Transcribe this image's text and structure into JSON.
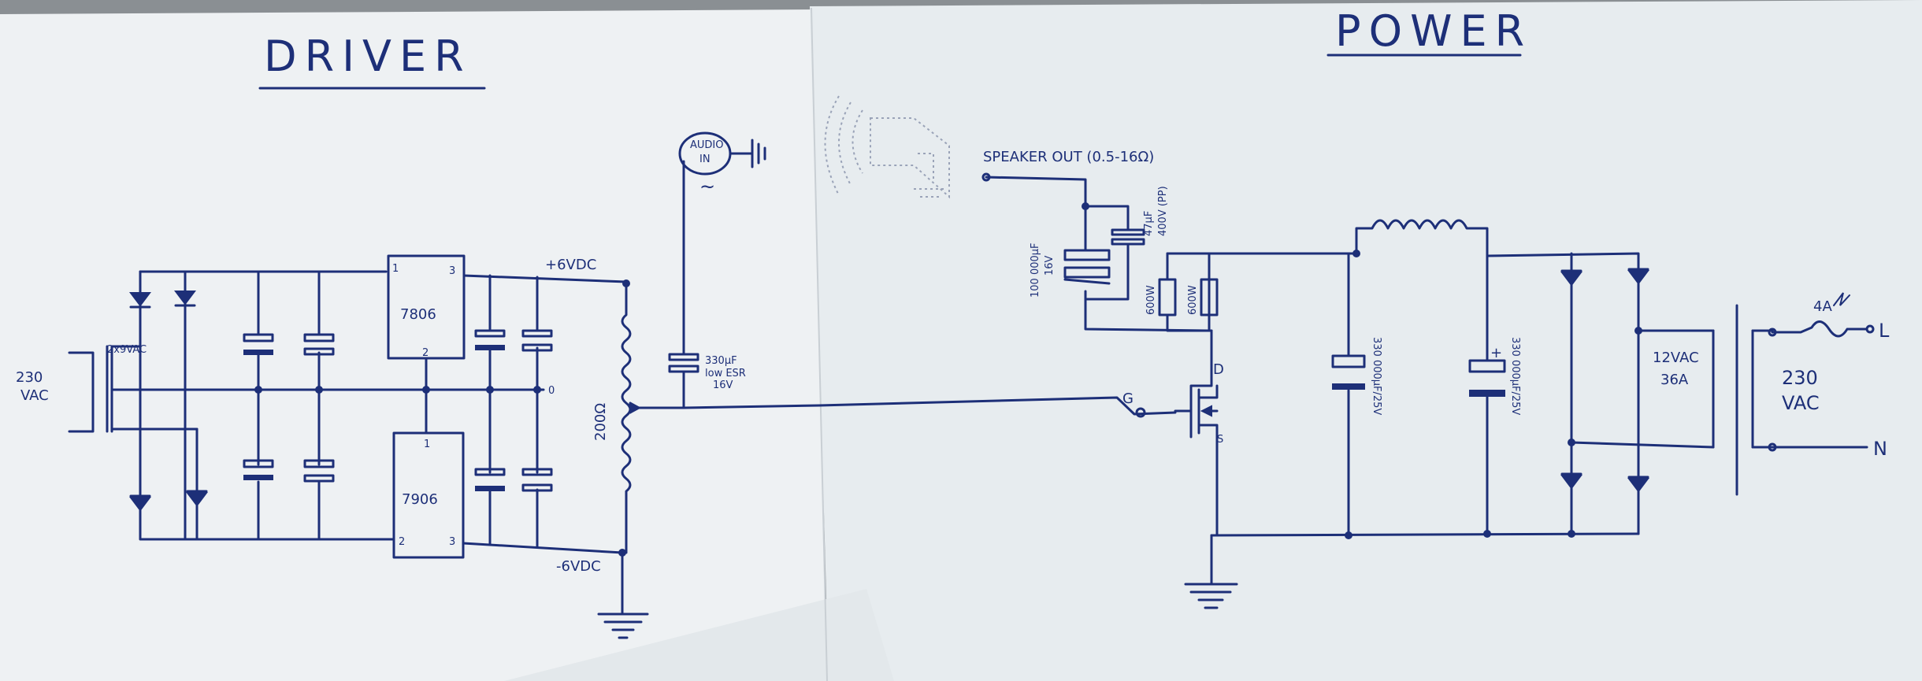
{
  "driver": {
    "title": "DRIVER",
    "mains_label": "230\nVAC",
    "transformer_label": "2x9VAC",
    "reg_pos": {
      "name": "7806",
      "pin_in": "1",
      "pin_gnd": "2",
      "pin_out": "3"
    },
    "reg_neg": {
      "name": "7906",
      "pin_gnd": "1",
      "pin_in": "2",
      "pin_out": "3"
    },
    "rail_pos": "+6VDC",
    "rail_neg": "-6VDC",
    "zero_node": "0",
    "pot_label": "200Ω",
    "audio_in": "AUDIO\nIN",
    "ac_symbol": "~",
    "coupling_cap": "330µF\nlow ESR\n16V"
  },
  "power": {
    "title": "POWER",
    "speaker_out": "SPEAKER OUT (0.5-16Ω)",
    "cap_big": "100 000µF\n16V",
    "cap_film": "47µF\n400V (PP)",
    "res_a": "600W",
    "res_b": "600W",
    "mosfet_drain": "D",
    "mosfet_gate": "G",
    "mosfet_source": "S",
    "filter_cap_1": "330 000µF/25V",
    "filter_cap_2": "330 000µF/25V",
    "filter_cap_2_polarity": "+",
    "transformer_label": "12VAC\n36A",
    "mains_label": "230\nVAC",
    "fuse_label": "4A",
    "live": "L",
    "neutral": "N"
  }
}
